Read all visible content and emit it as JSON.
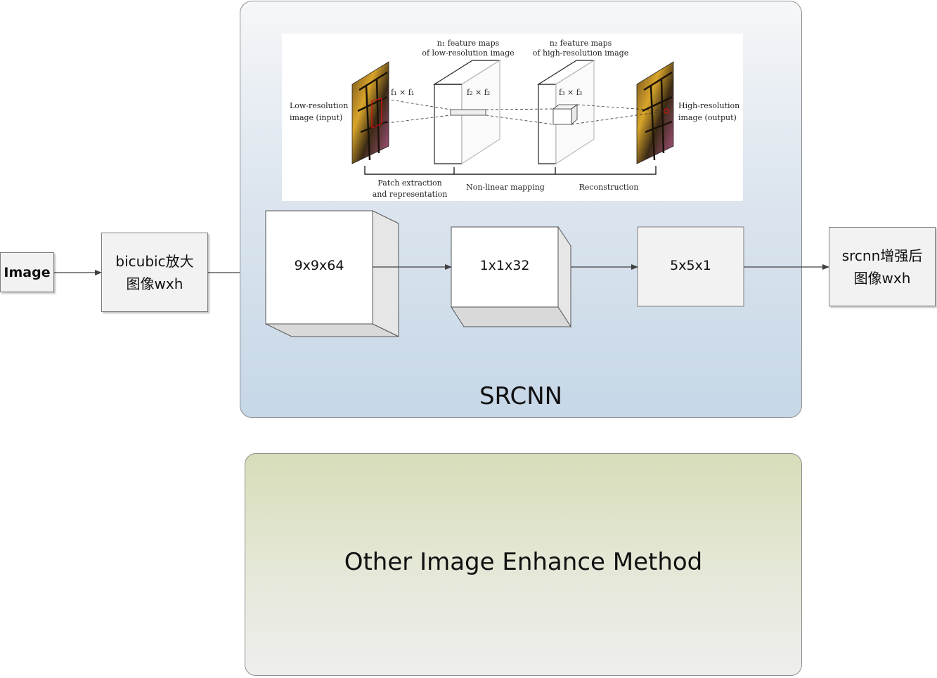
{
  "input": {
    "label": "Image"
  },
  "bicubic": {
    "label_line1": "bicubic放大",
    "label_line2": "图像wxh"
  },
  "srcnn": {
    "title": "SRCNN",
    "layers": [
      "9x9x64",
      "1x1x32",
      "5x5x1"
    ],
    "figure": {
      "n1_line1": "n₁ feature maps",
      "n1_line2": "of low-resolution image",
      "n2_line1": "n₂ feature maps",
      "n2_line2": "of high-resolution image",
      "f1": "f₁ × f₁",
      "f2": "f₂ × f₂",
      "f3": "f₃ × f₃",
      "lowres_line1": "Low-resolution",
      "lowres_line2": "image (input)",
      "highres_line1": "High-resolution",
      "highres_line2": "image (output)",
      "stage1_line1": "Patch extraction",
      "stage1_line2": "and representation",
      "stage2": "Non-linear mapping",
      "stage3": "Reconstruction"
    }
  },
  "output": {
    "label_line1": "srcnn增强后",
    "label_line2": "图像wxh"
  },
  "other": {
    "title": "Other Image Enhance Method"
  }
}
